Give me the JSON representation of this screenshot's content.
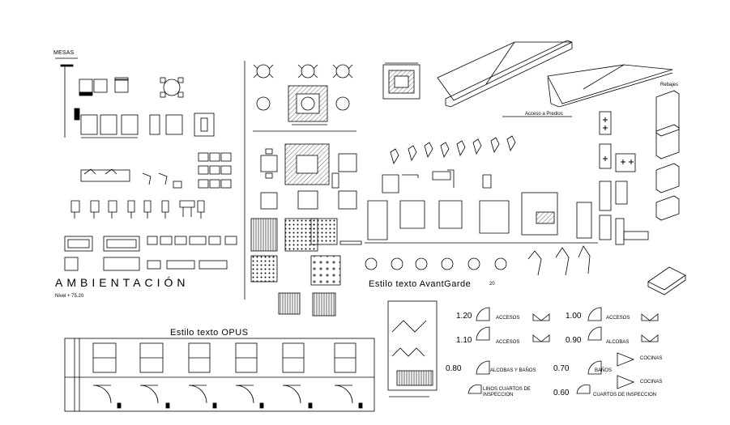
{
  "labels": {
    "mesas": "MESAS",
    "ambientacion": "AMBIENTACIÓN",
    "nivel": "Nivel + 75.20",
    "estilo_opus": "Estilo texto OPUS",
    "estilo_avant": "Estilo texto AvantGarde",
    "avant_num": "20",
    "acceso_predios": "Acceso a Predios",
    "rebajes": "Rebajes"
  },
  "door_legend": [
    {
      "dim": "1.20",
      "text": "ACCESOS"
    },
    {
      "dim": "1.00",
      "text": "ACCESOS"
    },
    {
      "dim": "1.10",
      "text": "ACCESOS"
    },
    {
      "dim": "0.90",
      "text": "ALCOBAS"
    },
    {
      "dim": "0.80",
      "text": "ALCOBAS Y BAÑOS"
    },
    {
      "dim": "0.70",
      "text": "BAÑOS"
    },
    {
      "dim": "",
      "text": "LINOS CUARTOS DE INSPECCION"
    },
    {
      "dim": "0.60",
      "text": "CUARTOS DE INSPECCION"
    },
    {
      "dim": "",
      "text": "COCINAS"
    },
    {
      "dim": "",
      "text": "COCINAS"
    }
  ],
  "colors": {
    "ink": "#000000",
    "paper": "#ffffff"
  }
}
